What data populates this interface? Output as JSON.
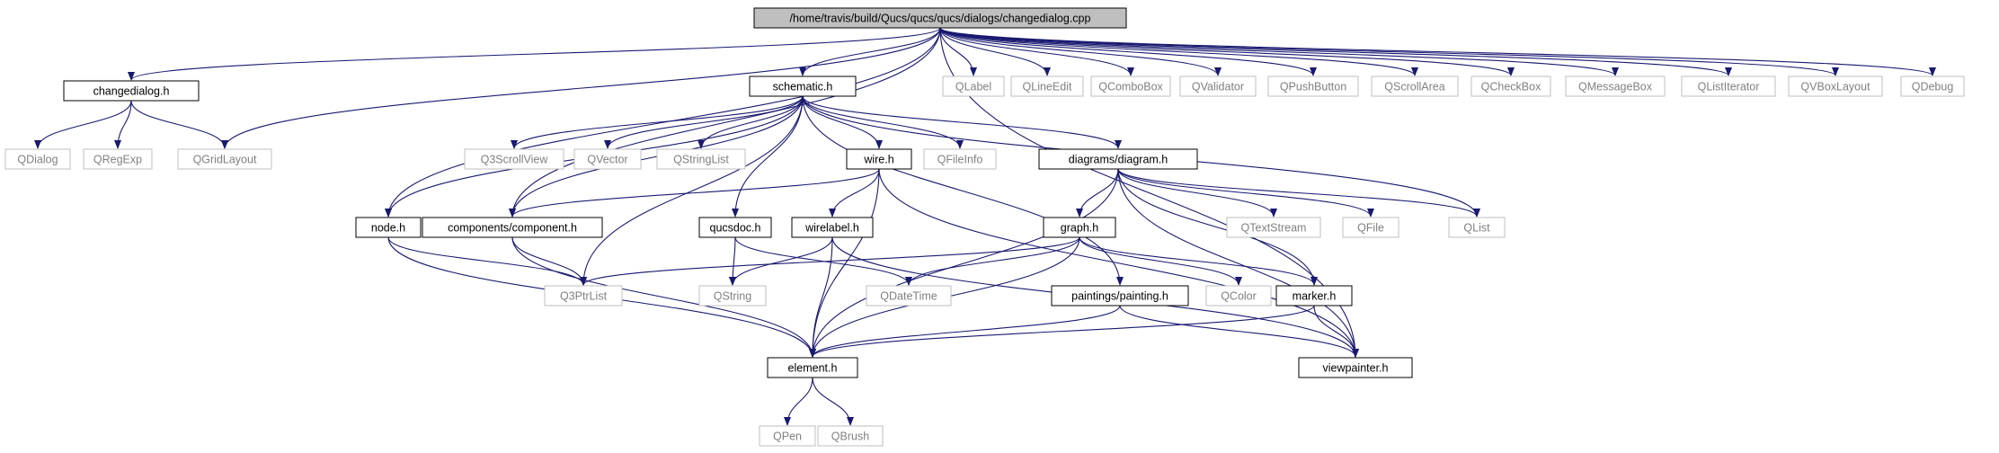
{
  "title": "/home/travis/build/Qucs/qucs/qucs/dialogs/changedialog.cpp",
  "colors": {
    "edge": "#191970",
    "root_fill": "#bfbfbf",
    "box_border": "#000000",
    "external_border": "#bfbfbf",
    "external_text": "#808080",
    "text": "#000000"
  },
  "nodes": [
    {
      "id": "root",
      "label": "/home/travis/build/Qucs/qucs/qucs/dialogs/changedialog.cpp",
      "kind": "root"
    },
    {
      "id": "changedialog_h",
      "label": "changedialog.h",
      "kind": "file"
    },
    {
      "id": "schematic_h",
      "label": "schematic.h",
      "kind": "file"
    },
    {
      "id": "QLabel",
      "label": "QLabel",
      "kind": "external"
    },
    {
      "id": "QLineEdit",
      "label": "QLineEdit",
      "kind": "external"
    },
    {
      "id": "QComboBox",
      "label": "QComboBox",
      "kind": "external"
    },
    {
      "id": "QValidator",
      "label": "QValidator",
      "kind": "external"
    },
    {
      "id": "QPushButton",
      "label": "QPushButton",
      "kind": "external"
    },
    {
      "id": "QScrollArea",
      "label": "QScrollArea",
      "kind": "external"
    },
    {
      "id": "QCheckBox",
      "label": "QCheckBox",
      "kind": "external"
    },
    {
      "id": "QMessageBox",
      "label": "QMessageBox",
      "kind": "external"
    },
    {
      "id": "QListIterator",
      "label": "QListIterator",
      "kind": "external"
    },
    {
      "id": "QVBoxLayout",
      "label": "QVBoxLayout",
      "kind": "external"
    },
    {
      "id": "QDebug",
      "label": "QDebug",
      "kind": "external"
    },
    {
      "id": "QDialog",
      "label": "QDialog",
      "kind": "external"
    },
    {
      "id": "QRegExp",
      "label": "QRegExp",
      "kind": "external"
    },
    {
      "id": "QGridLayout",
      "label": "QGridLayout",
      "kind": "external"
    },
    {
      "id": "Q3ScrollView",
      "label": "Q3ScrollView",
      "kind": "external"
    },
    {
      "id": "QVector",
      "label": "QVector",
      "kind": "external"
    },
    {
      "id": "QStringList",
      "label": "QStringList",
      "kind": "external"
    },
    {
      "id": "wire_h",
      "label": "wire.h",
      "kind": "file"
    },
    {
      "id": "QFileInfo",
      "label": "QFileInfo",
      "kind": "external"
    },
    {
      "id": "diagram_h",
      "label": "diagrams/diagram.h",
      "kind": "file"
    },
    {
      "id": "QList",
      "label": "QList",
      "kind": "external"
    },
    {
      "id": "node_h",
      "label": "node.h",
      "kind": "file"
    },
    {
      "id": "component_h",
      "label": "components/component.h",
      "kind": "file"
    },
    {
      "id": "qucsdoc_h",
      "label": "qucsdoc.h",
      "kind": "file"
    },
    {
      "id": "wirelabel_h",
      "label": "wirelabel.h",
      "kind": "file"
    },
    {
      "id": "graph_h",
      "label": "graph.h",
      "kind": "file"
    },
    {
      "id": "QTextStream",
      "label": "QTextStream",
      "kind": "external"
    },
    {
      "id": "QFile",
      "label": "QFile",
      "kind": "external"
    },
    {
      "id": "Q3PtrList",
      "label": "Q3PtrList",
      "kind": "external"
    },
    {
      "id": "QString",
      "label": "QString",
      "kind": "external"
    },
    {
      "id": "QDateTime",
      "label": "QDateTime",
      "kind": "external"
    },
    {
      "id": "painting_h",
      "label": "paintings/painting.h",
      "kind": "file"
    },
    {
      "id": "QColor",
      "label": "QColor",
      "kind": "external"
    },
    {
      "id": "marker_h",
      "label": "marker.h",
      "kind": "file"
    },
    {
      "id": "element_h",
      "label": "element.h",
      "kind": "file"
    },
    {
      "id": "viewpainter_h",
      "label": "viewpainter.h",
      "kind": "file"
    },
    {
      "id": "QPen",
      "label": "QPen",
      "kind": "external"
    },
    {
      "id": "QBrush",
      "label": "QBrush",
      "kind": "external"
    }
  ],
  "edges": [
    [
      "root",
      "changedialog_h"
    ],
    [
      "root",
      "QGridLayout"
    ],
    [
      "root",
      "node_h"
    ],
    [
      "root",
      "component_h"
    ],
    [
      "root",
      "schematic_h"
    ],
    [
      "root",
      "viewpainter_h"
    ],
    [
      "root",
      "QLabel"
    ],
    [
      "root",
      "QLineEdit"
    ],
    [
      "root",
      "QComboBox"
    ],
    [
      "root",
      "QValidator"
    ],
    [
      "root",
      "QPushButton"
    ],
    [
      "root",
      "QScrollArea"
    ],
    [
      "root",
      "QCheckBox"
    ],
    [
      "root",
      "QMessageBox"
    ],
    [
      "root",
      "QListIterator"
    ],
    [
      "root",
      "QVBoxLayout"
    ],
    [
      "root",
      "QDebug"
    ],
    [
      "changedialog_h",
      "QDialog"
    ],
    [
      "changedialog_h",
      "QRegExp"
    ],
    [
      "changedialog_h",
      "QGridLayout"
    ],
    [
      "schematic_h",
      "node_h"
    ],
    [
      "schematic_h",
      "component_h"
    ],
    [
      "schematic_h",
      "Q3ScrollView"
    ],
    [
      "schematic_h",
      "QVector"
    ],
    [
      "schematic_h",
      "QStringList"
    ],
    [
      "schematic_h",
      "Q3PtrList"
    ],
    [
      "schematic_h",
      "qucsdoc_h"
    ],
    [
      "schematic_h",
      "wire_h"
    ],
    [
      "schematic_h",
      "QFileInfo"
    ],
    [
      "schematic_h",
      "painting_h"
    ],
    [
      "schematic_h",
      "diagram_h"
    ],
    [
      "schematic_h",
      "QList"
    ],
    [
      "wire_h",
      "component_h"
    ],
    [
      "wire_h",
      "element_h"
    ],
    [
      "wire_h",
      "wirelabel_h"
    ],
    [
      "wire_h",
      "viewpainter_h"
    ],
    [
      "diagram_h",
      "element_h"
    ],
    [
      "diagram_h",
      "graph_h"
    ],
    [
      "diagram_h",
      "QTextStream"
    ],
    [
      "diagram_h",
      "QFile"
    ],
    [
      "diagram_h",
      "QList"
    ],
    [
      "diagram_h",
      "marker_h"
    ],
    [
      "diagram_h",
      "viewpainter_h"
    ],
    [
      "node_h",
      "Q3PtrList"
    ],
    [
      "node_h",
      "element_h"
    ],
    [
      "component_h",
      "Q3PtrList"
    ],
    [
      "component_h",
      "element_h"
    ],
    [
      "qucsdoc_h",
      "QString"
    ],
    [
      "qucsdoc_h",
      "QDateTime"
    ],
    [
      "wirelabel_h",
      "QString"
    ],
    [
      "wirelabel_h",
      "element_h"
    ],
    [
      "wirelabel_h",
      "viewpainter_h"
    ],
    [
      "graph_h",
      "Q3PtrList"
    ],
    [
      "graph_h",
      "QDateTime"
    ],
    [
      "graph_h",
      "element_h"
    ],
    [
      "graph_h",
      "QColor"
    ],
    [
      "graph_h",
      "marker_h"
    ],
    [
      "painting_h",
      "element_h"
    ],
    [
      "painting_h",
      "viewpainter_h"
    ],
    [
      "marker_h",
      "element_h"
    ],
    [
      "marker_h",
      "viewpainter_h"
    ],
    [
      "element_h",
      "QPen"
    ],
    [
      "element_h",
      "QBrush"
    ]
  ]
}
